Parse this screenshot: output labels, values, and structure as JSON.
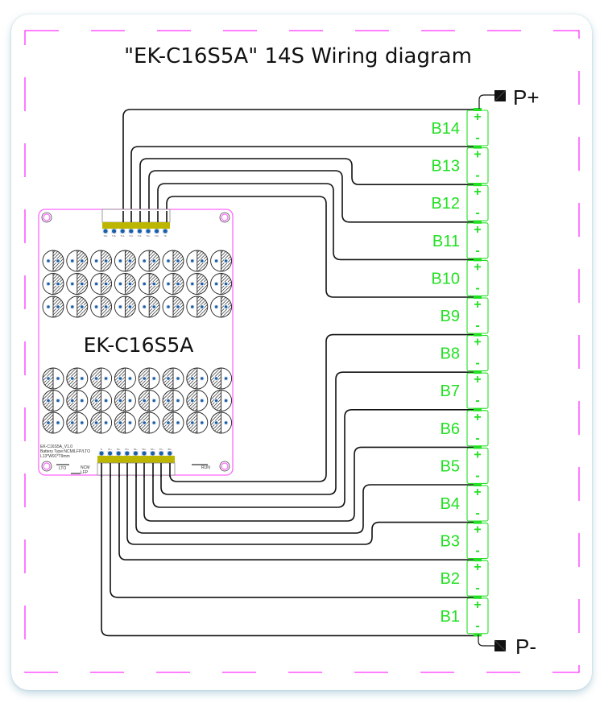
{
  "title": "\"EK-C16S5A\"  14S Wiring diagram",
  "board": {
    "name": "EK-C16S5A",
    "info_lines": [
      "EK-C16S5A_V1.0",
      "Battery Type:NCM/LFP/LTO",
      "L13*W91*T9mm"
    ],
    "switch_labels": {
      "lto": "LTO",
      "ncm": "NCM",
      "lfp": "LFP",
      "run": "RUN"
    },
    "top_connector_pins": [
      "T16-",
      "T15-",
      "T14-",
      "T13-",
      "T12-",
      "T11-",
      "T10-",
      "T9-"
    ],
    "bottom_connector_pins": [
      "B-",
      "B1+",
      "B2+",
      "B3+",
      "B4+",
      "B5+",
      "B6+",
      "B7+",
      "B8+"
    ]
  },
  "terminals": {
    "positive": "P+",
    "negative": "P-"
  },
  "batteries": [
    {
      "label": "B14",
      "plus": "+",
      "minus": "-"
    },
    {
      "label": "B13",
      "plus": "+",
      "minus": "-"
    },
    {
      "label": "B12",
      "plus": "+",
      "minus": "-"
    },
    {
      "label": "B11",
      "plus": "+",
      "minus": "-"
    },
    {
      "label": "B10",
      "plus": "+",
      "minus": "-"
    },
    {
      "label": "B9",
      "plus": "+",
      "minus": "-"
    },
    {
      "label": "B8",
      "plus": "+",
      "minus": "-"
    },
    {
      "label": "B7",
      "plus": "+",
      "minus": "-"
    },
    {
      "label": "B6",
      "plus": "+",
      "minus": "-"
    },
    {
      "label": "B5",
      "plus": "+",
      "minus": "-"
    },
    {
      "label": "B4",
      "plus": "+",
      "minus": "-"
    },
    {
      "label": "B3",
      "plus": "+",
      "minus": "-"
    },
    {
      "label": "B2",
      "plus": "+",
      "minus": "-"
    },
    {
      "label": "B1",
      "plus": "+",
      "minus": "-"
    }
  ],
  "colors": {
    "battery": "#22e022",
    "border_dash": "#ff33ff",
    "pcb_outline": "#ff66ff",
    "connector": "#bdb600",
    "pin": "#1a5fa8",
    "wire": "#111111"
  }
}
